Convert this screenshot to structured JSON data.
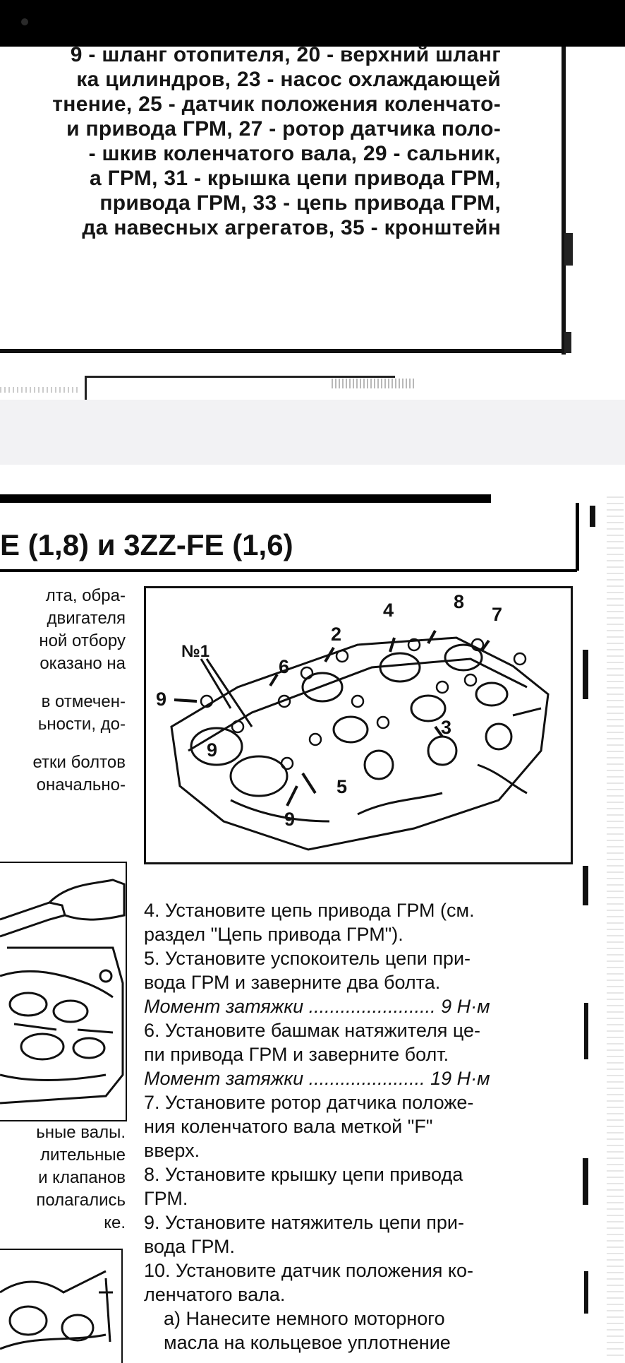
{
  "page1": {
    "lines": [
      "9 - шланг отопителя, 20 - верхний шланг",
      "ка цилиндров, 23 - насос охлаждающей",
      "тнение, 25 - датчик положения коленчато-",
      "и привода ГРМ, 27 - ротор датчика поло-",
      "- шкив коленчатого вала, 29 - сальник,",
      "а ГРМ, 31 - крышка цепи привода ГРМ,",
      "привода ГРМ, 33 - цепь привода ГРМ,",
      "да навесных агрегатов, 35 - кронштейн"
    ]
  },
  "page2": {
    "title": "E (1,8) и 3ZZ-FE (1,6)",
    "left_col_top": [
      "лта, обра-",
      "двигателя",
      "ной отбору",
      "оказано на",
      "",
      "в отмечен-",
      "ьности, до-",
      "",
      "етки болтов",
      "оначально-"
    ],
    "left_col_bottom": [
      "ьные валы.",
      "лительные",
      "и клапанов",
      "полагались",
      "ке."
    ],
    "figure_callouts": {
      "n1": "№1",
      "c9a": "9",
      "c9b": "9",
      "c9c": "9",
      "c6": "6",
      "c2": "2",
      "c4": "4",
      "c8": "8",
      "c7": "7",
      "c3": "3",
      "c5": "5"
    },
    "right_lines": [
      {
        "text": "4. Установите цепь привода ГРМ (см.",
        "style": "normal"
      },
      {
        "text": "раздел \"Цепь привода ГРМ\").",
        "style": "normal"
      },
      {
        "text": "5. Установите успокоитель цепи при-",
        "style": "normal"
      },
      {
        "text": "вода ГРМ и заверните два болта.",
        "style": "normal"
      },
      {
        "text": "Момент затяжки ........................ 9 Н·м",
        "style": "italic"
      },
      {
        "text": "6. Установите башмак натяжителя це-",
        "style": "normal"
      },
      {
        "text": "пи привода ГРМ и заверните болт.",
        "style": "normal"
      },
      {
        "text": "Момент затяжки ...................... 19 Н·м",
        "style": "italic"
      },
      {
        "text": "7. Установите ротор датчика положе-",
        "style": "normal"
      },
      {
        "text": "ния   коленчатого   вала   меткой   \"F\"",
        "style": "normal"
      },
      {
        "text": "вверх.",
        "style": "normal"
      },
      {
        "text": "8. Установите крышку цепи привода",
        "style": "normal"
      },
      {
        "text": "ГРМ.",
        "style": "normal"
      },
      {
        "text": "9. Установите натяжитель цепи при-",
        "style": "normal"
      },
      {
        "text": "вода ГРМ.",
        "style": "normal"
      },
      {
        "text": "10. Установите датчик положения ко-",
        "style": "normal"
      },
      {
        "text": "ленчатого вала.",
        "style": "normal"
      },
      {
        "text": "а)   Нанесите   немного   моторного",
        "style": "indent"
      },
      {
        "text": "масла на кольцевое уплотнение",
        "style": "indent"
      }
    ]
  }
}
